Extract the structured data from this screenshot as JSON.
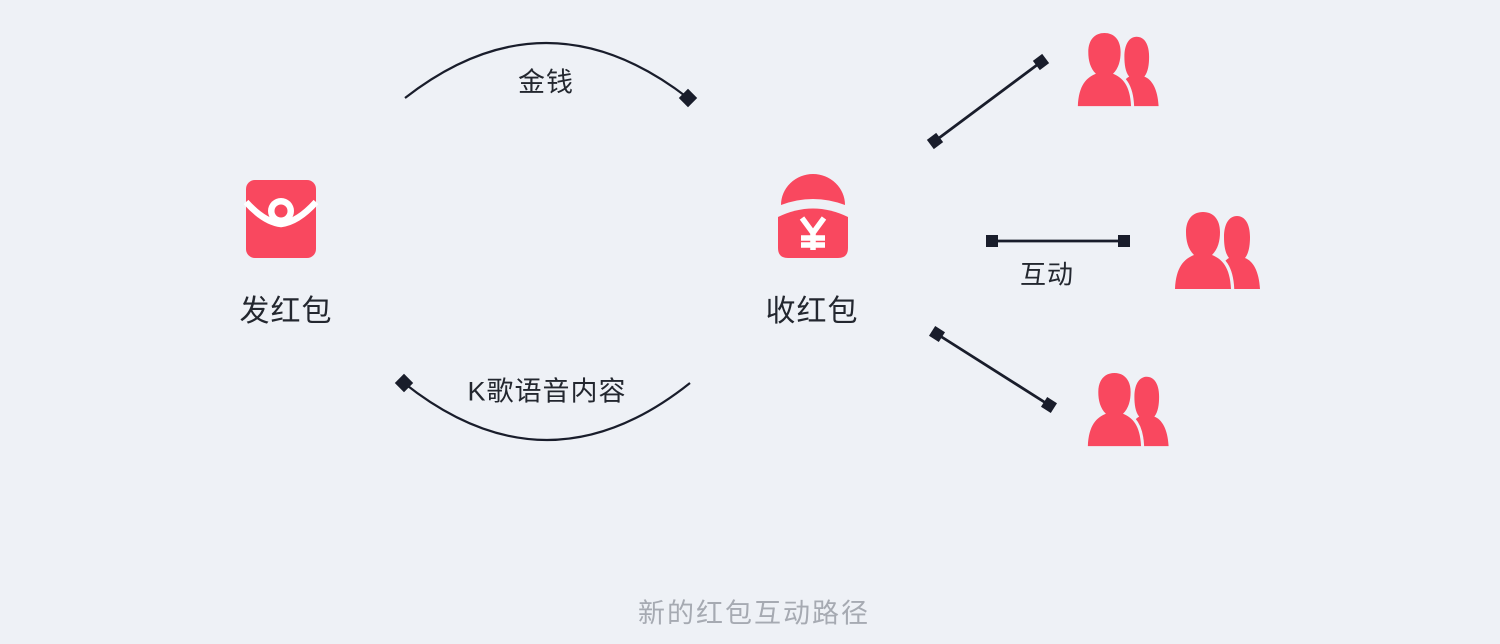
{
  "diagram": {
    "title_caption": "新的红包互动路径",
    "colors": {
      "bg": "#eef1f6",
      "accent": "#f9485f",
      "line": "#191d2b",
      "text": "#23272f",
      "caption": "#a6aab2",
      "white": "#ffffff"
    },
    "nodes": {
      "sender": {
        "label": "发红包",
        "icon": "red-envelope-closed-icon"
      },
      "receiver": {
        "label": "收红包",
        "icon": "red-envelope-yuan-icon"
      }
    },
    "flows": [
      {
        "id": "money",
        "label": "金钱",
        "from": "sender",
        "to": "receiver",
        "style": "arc-top"
      },
      {
        "id": "ksong-voice",
        "label": "K歌语音内容",
        "from": "receiver",
        "to": "sender",
        "style": "arc-bottom"
      },
      {
        "id": "interaction",
        "label": "互动",
        "from": "receiver",
        "to": "audiences",
        "style": "straight-line"
      }
    ],
    "audiences": [
      {
        "icon": "user-group-icon"
      },
      {
        "icon": "user-group-icon"
      },
      {
        "icon": "user-group-icon"
      }
    ]
  }
}
